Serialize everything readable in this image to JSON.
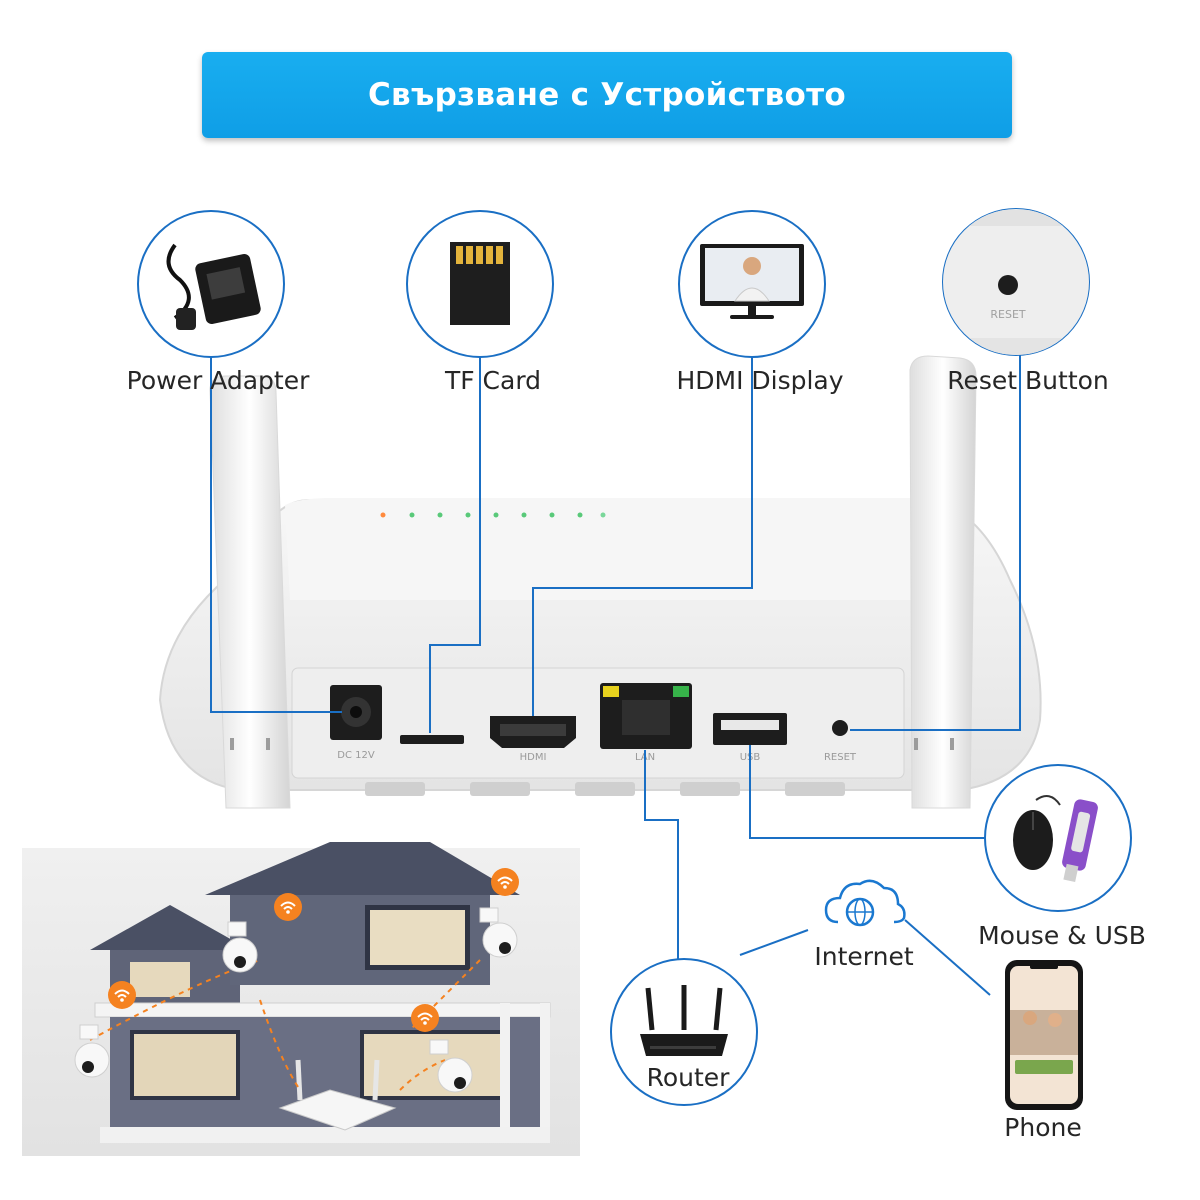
{
  "banner": {
    "title": "Свързване с Устройството"
  },
  "labels": {
    "power_adapter": "Power Adapter",
    "tf_card": "TF Card",
    "hdmi_display": "HDMI Display",
    "reset_button": "Reset Button",
    "mouse_usb": "Mouse & USB",
    "internet": "Internet",
    "router": "Router",
    "phone": "Phone"
  },
  "port_labels": {
    "dc": "DC 12V",
    "hdmi": "HDMI",
    "lan": "LAN",
    "usb": "USB",
    "reset": "RESET",
    "reset_closeup": "RESET"
  },
  "colors": {
    "banner": "#129fe6",
    "line": "#1a6fc4",
    "circle_border": "#1a6fc4",
    "wifi_badge": "#f58220",
    "lan_led_left": "#e8d21e",
    "lan_led_right": "#37b34a"
  },
  "icons": [
    "power-adapter-icon",
    "sd-card-icon",
    "monitor-icon",
    "reset-hole-icon",
    "mouse-icon",
    "usb-drive-icon",
    "cloud-globe-icon",
    "router-icon",
    "phone-icon",
    "wifi-icon"
  ]
}
